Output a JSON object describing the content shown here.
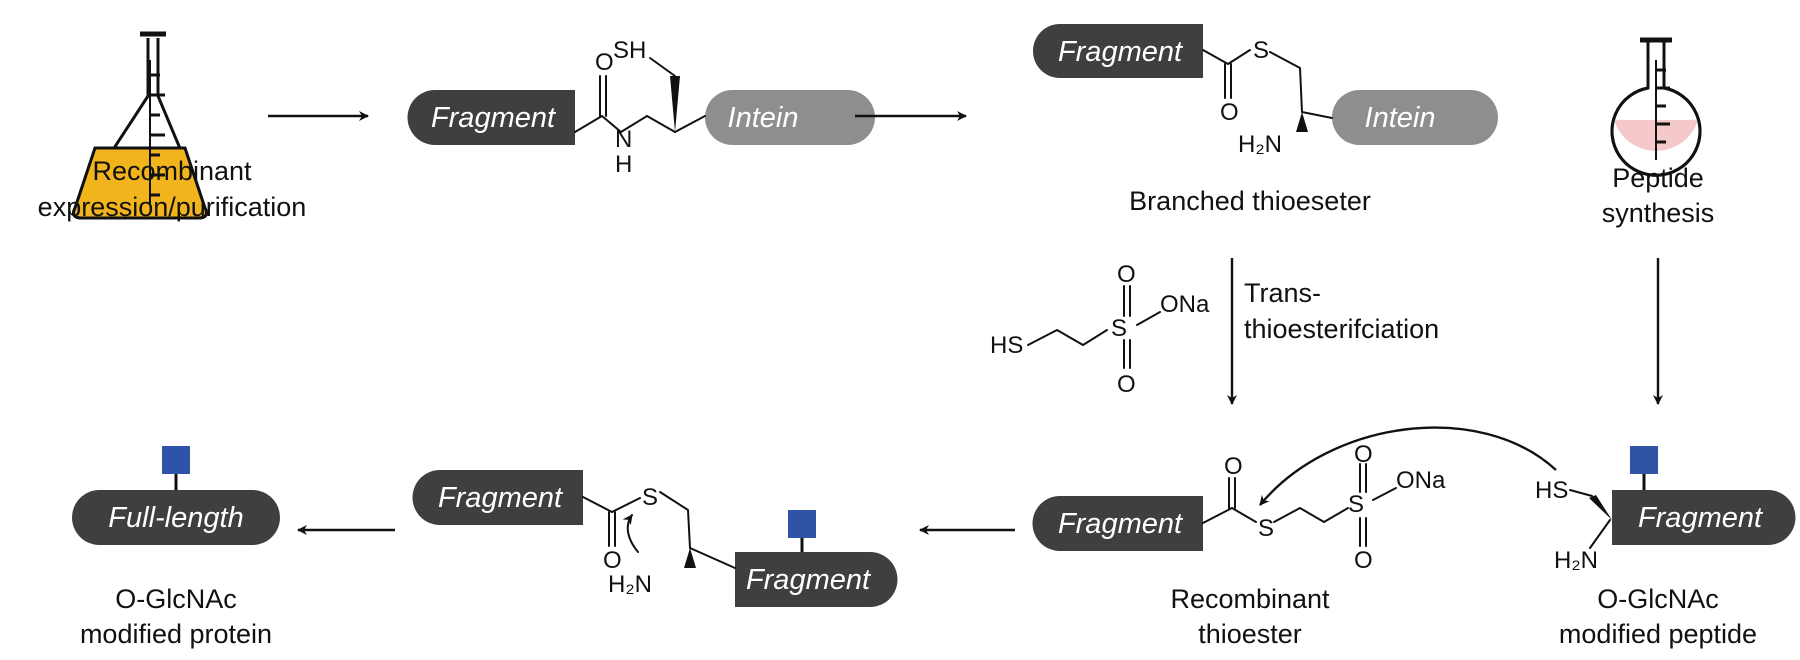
{
  "labels": {
    "recombinant_expression": [
      "Recombinant",
      "expression/purification"
    ],
    "branched_thioester": "Branched thioeseter",
    "peptide_synthesis": [
      "Peptide",
      "synthesis"
    ],
    "transthioesterification": [
      "Trans-",
      "thioesterifciation"
    ],
    "recombinant_thioester": [
      "Recombinant",
      "thioester"
    ],
    "oglcnac_peptide": [
      "O-GlcNAc",
      "modified peptide"
    ],
    "oglcnac_protein": [
      "O-GlcNAc",
      "modified protein"
    ]
  },
  "pills": {
    "fragment": "Fragment",
    "intein": "Intein",
    "full_length": "Full-length"
  },
  "chem": {
    "SH": "SH",
    "HS": "HS",
    "O": "O",
    "N": "N",
    "H": "H",
    "S": "S",
    "H2N": "H₂N",
    "ONa": "ONa"
  },
  "colors": {
    "fragment_pill": "#3f3f41",
    "intein_pill": "#8e8e90",
    "glcnac_square": "#2f53a6",
    "flask_liquid": "#f2b41d",
    "peptide_liquid": "#f5c9c9",
    "line": "#111111"
  },
  "icons": {
    "flask": "erlenmeyer-flask-icon",
    "round_flask": "round-bottom-flask-icon"
  }
}
